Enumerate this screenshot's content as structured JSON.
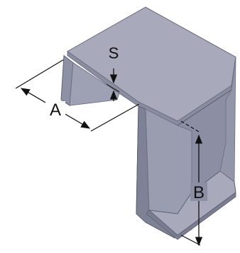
{
  "diagram": {
    "labels": {
      "thickness": "S",
      "width": "A",
      "height": "B"
    },
    "colors": {
      "background": "#ffffff",
      "face_top": "#a6a8ba",
      "face_front": "#7f8196",
      "face_side": "#9597ab",
      "edge": "#5d6073",
      "dimension": "#111111"
    }
  }
}
